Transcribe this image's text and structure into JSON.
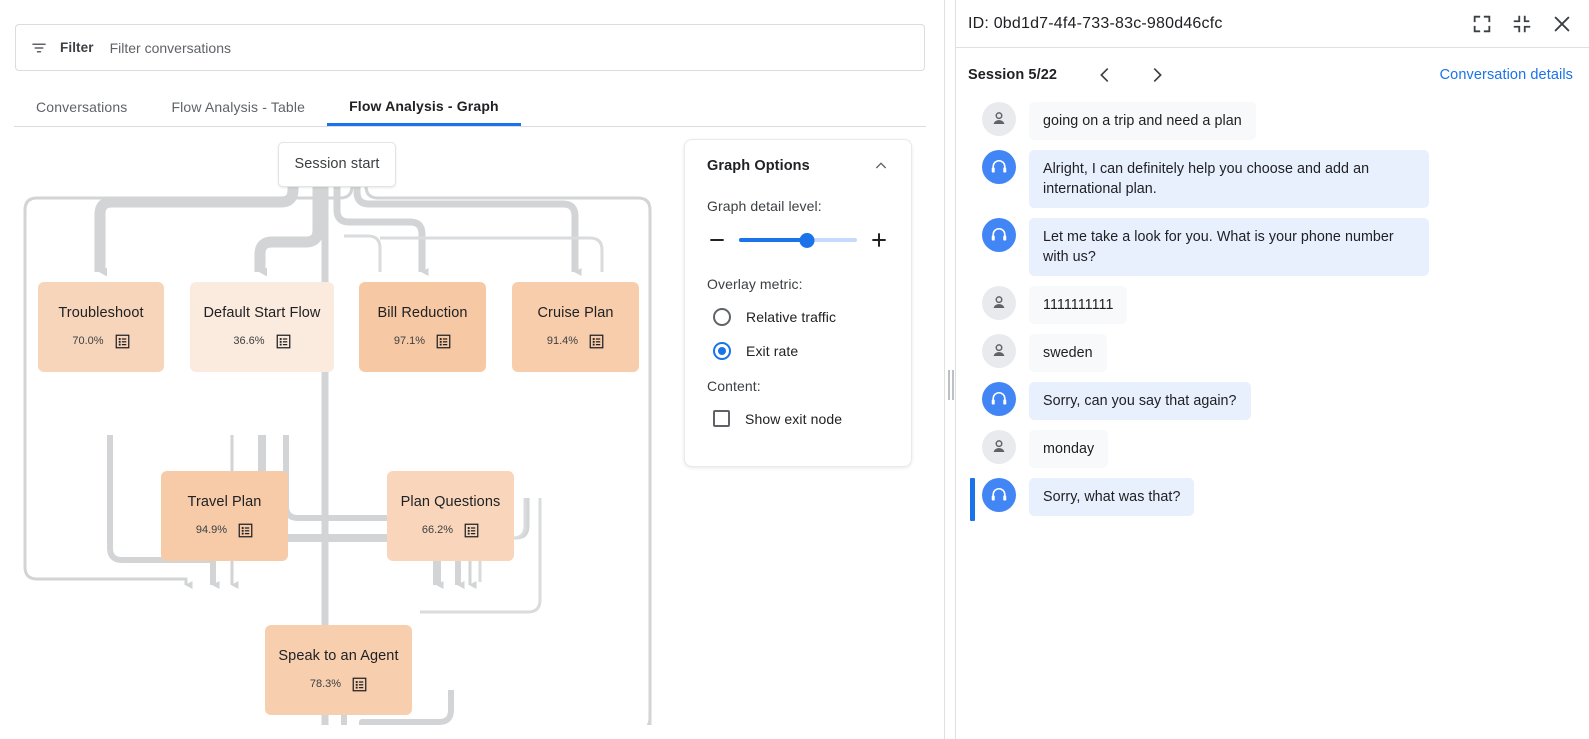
{
  "filter": {
    "icon": "filter-icon",
    "label": "Filter",
    "placeholder": "Filter conversations",
    "value": ""
  },
  "tabs": [
    {
      "label": "Conversations",
      "active": false
    },
    {
      "label": "Flow Analysis - Table",
      "active": false
    },
    {
      "label": "Flow Analysis - Graph",
      "active": true
    }
  ],
  "graph": {
    "start_node": {
      "label": "Session start"
    },
    "nodes": [
      {
        "id": "troubleshoot",
        "label": "Troubleshoot",
        "pct": "70.0%",
        "color": "#f7d5ba"
      },
      {
        "id": "default-start",
        "label": "Default Start Flow",
        "pct": "36.6%",
        "color": "#fbeade"
      },
      {
        "id": "bill-reduction",
        "label": "Bill Reduction",
        "pct": "97.1%",
        "color": "#f6c9a4"
      },
      {
        "id": "cruise-plan",
        "label": "Cruise Plan",
        "pct": "91.4%",
        "color": "#f7cdab"
      },
      {
        "id": "travel-plan",
        "label": "Travel Plan",
        "pct": "94.9%",
        "color": "#f7cba7"
      },
      {
        "id": "plan-questions",
        "label": "Plan Questions",
        "pct": "66.2%",
        "color": "#f9d6bb"
      },
      {
        "id": "speak-agent",
        "label": "Speak to an Agent",
        "pct": "78.3%",
        "color": "#f8cfae"
      }
    ],
    "edge_color": "#d2d4d6"
  },
  "options": {
    "title": "Graph Options",
    "collapse_icon": "chevron-up-icon",
    "detail_level_label": "Graph detail level:",
    "slider": {
      "value": 58,
      "min": 0,
      "max": 100,
      "minus_icon": "minus-icon",
      "plus_icon": "plus-icon"
    },
    "overlay_metric_label": "Overlay metric:",
    "overlay_options": [
      {
        "label": "Relative traffic",
        "selected": false
      },
      {
        "label": "Exit rate",
        "selected": true
      }
    ],
    "content_label": "Content:",
    "checkboxes": [
      {
        "label": "Show exit node",
        "checked": false
      }
    ]
  },
  "conversation": {
    "id_text": "ID: 0bd1d7-4f4-733-83c-980d46cfc",
    "header_icons": [
      "expand-icon",
      "collapse-icon",
      "close-icon"
    ],
    "session_label": "Session 5/22",
    "prev_icon": "chevron-left-icon",
    "next_icon": "chevron-right-icon",
    "details_link": "Conversation details",
    "messages": [
      {
        "role": "user",
        "text": "going on a trip and need a plan",
        "highlighted": false
      },
      {
        "role": "agent",
        "text": "Alright, I can definitely help you choose and add an international plan.",
        "highlighted": false
      },
      {
        "role": "agent",
        "text": "Let me take a look for you. What is your phone number with us?",
        "highlighted": false
      },
      {
        "role": "user",
        "text": "1111111111",
        "highlighted": false
      },
      {
        "role": "user",
        "text": "sweden",
        "highlighted": false
      },
      {
        "role": "agent",
        "text": "Sorry, can you say that again?",
        "highlighted": false
      },
      {
        "role": "user",
        "text": "monday",
        "highlighted": false
      },
      {
        "role": "agent",
        "text": "Sorry, what was that?",
        "highlighted": true
      }
    ]
  },
  "colors": {
    "accent": "#1a73e8",
    "agent_bubble": "#e8f0fe",
    "user_bubble": "#f8f9fa",
    "edge": "#d2d4d6"
  }
}
